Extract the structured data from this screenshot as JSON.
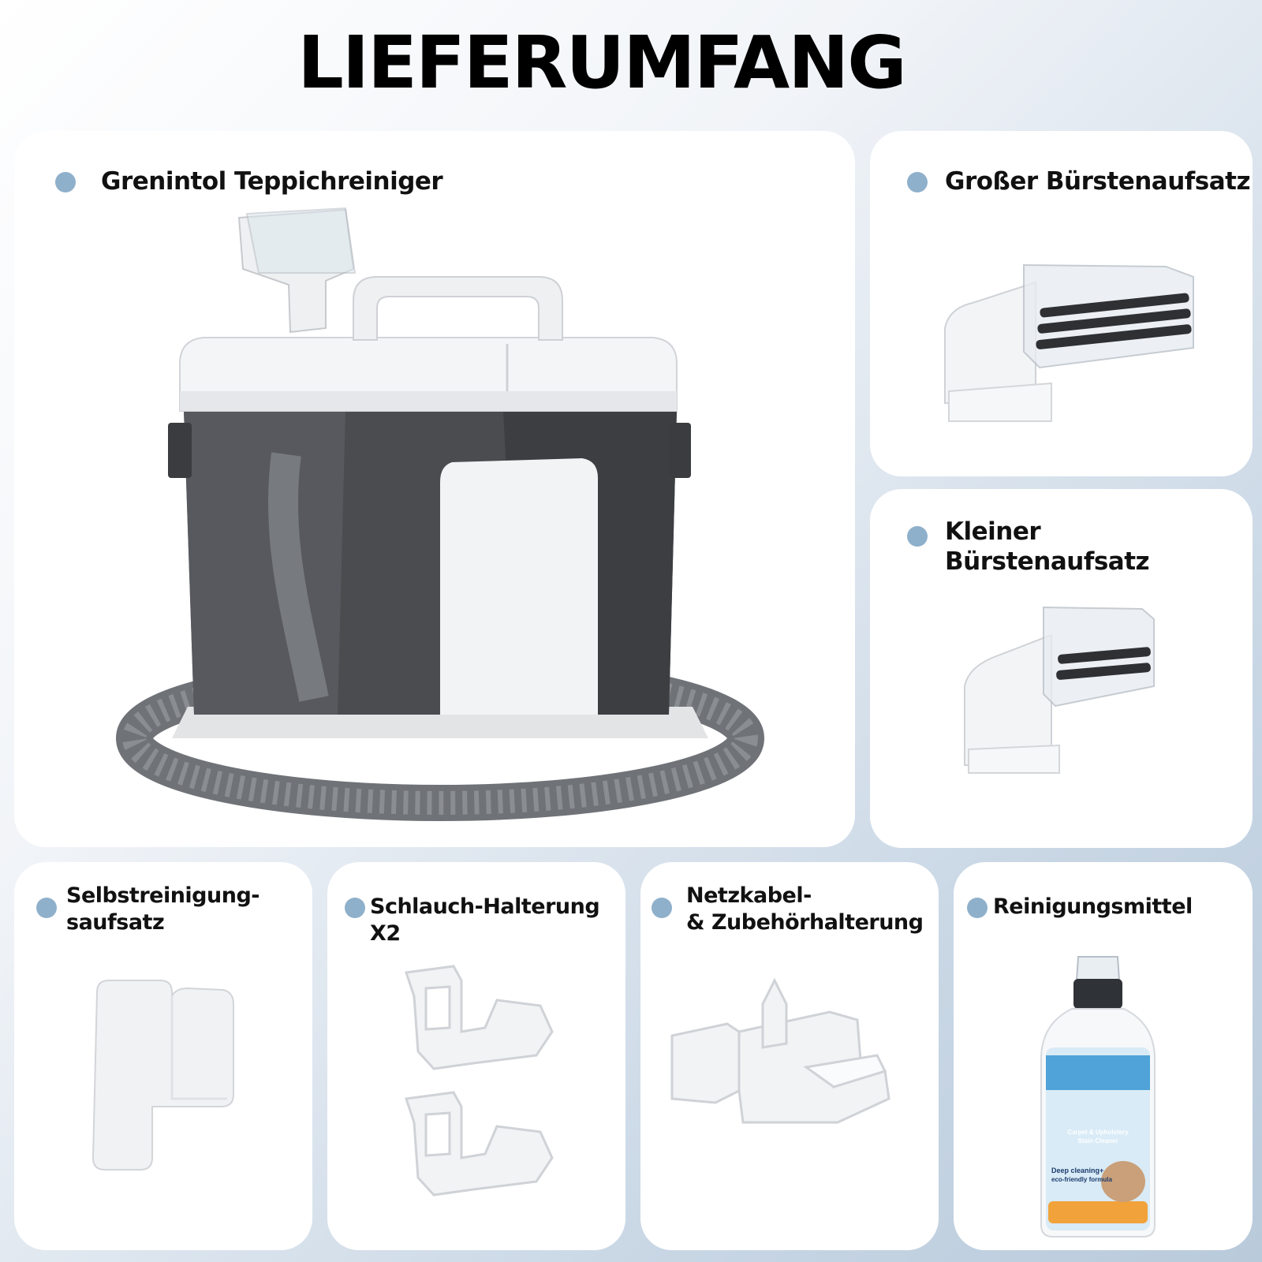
{
  "page": {
    "title": "LIEFERUMFANG"
  },
  "items": [
    {
      "label": "Grenintol Teppichreiniger",
      "icon": "carpet-cleaner-image"
    },
    {
      "label": "Großer Bürstenaufsatz",
      "icon": "large-brush-attachment-image"
    },
    {
      "label": "Kleiner Bürstenaufsatz",
      "icon": "small-brush-attachment-image"
    },
    {
      "label_line1": "Selbstreinigung-",
      "label_line2": "saufsatz",
      "icon": "self-cleaning-attachment-image"
    },
    {
      "label": "Schlauch-Halterung X2",
      "icon": "hose-holder-image"
    },
    {
      "label_line1": "Netzkabel-",
      "label_line2": "& Zubehörhalterung",
      "icon": "cable-accessory-holder-image"
    },
    {
      "label": "Reinigungsmittel",
      "icon": "cleaning-agent-bottle-image"
    }
  ],
  "bottle": {
    "line1": "Carpet & Upholstery",
    "line2": "Stain Cleaner",
    "line3": "Deep cleaning+",
    "line4": "eco-friendly formula"
  },
  "colors": {
    "accent_dot": "#8fb0cb",
    "card": "#ffffff",
    "tank": "#4a4c50"
  }
}
